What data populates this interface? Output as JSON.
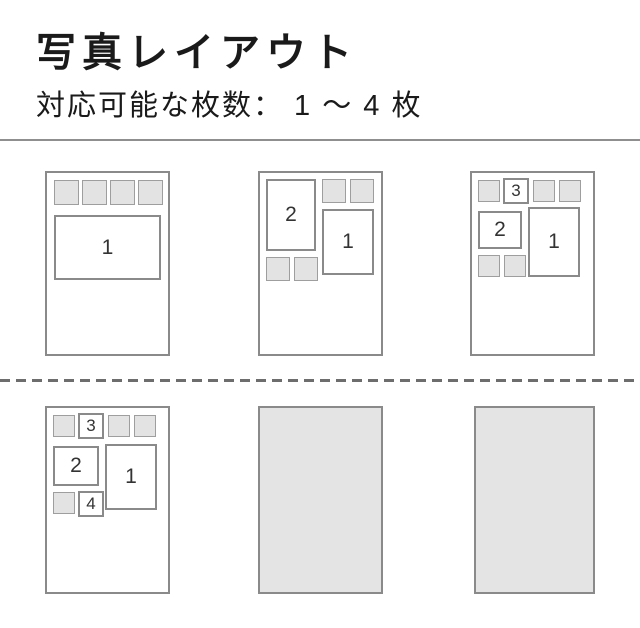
{
  "page": {
    "title": "写真レイアウト",
    "subtitle": "対応可能な枚数： 1 ～ 4 枚"
  },
  "cards": {
    "card1": {
      "label1": "1"
    },
    "card2": {
      "label1": "1",
      "label2": "2"
    },
    "card3": {
      "label1": "1",
      "label2": "2",
      "label3": "3"
    },
    "card4": {
      "label1": "1",
      "label2": "2",
      "label3": "3",
      "label4": "4"
    }
  },
  "colors": {
    "card_border": "#8a8a8a",
    "slot_fill": "#e3e3e3",
    "placeholder_fill": "#e4e4e4",
    "text": "#1a1a1a"
  }
}
